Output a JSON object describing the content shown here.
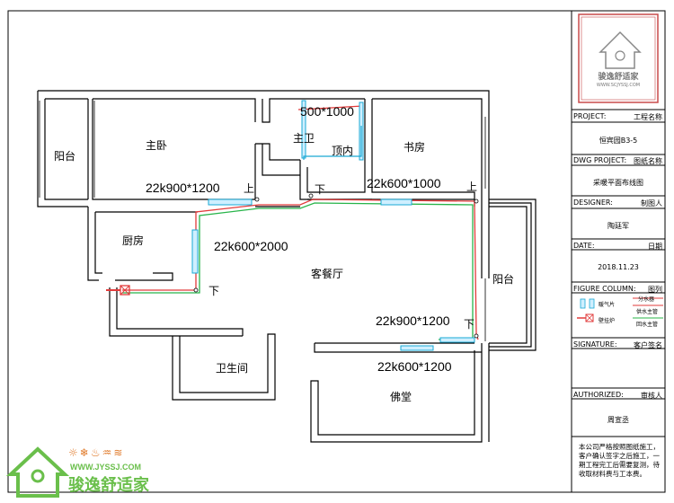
{
  "rooms": {
    "balcony_left": "阳台",
    "master_bedroom": "主卧",
    "master_bath": "主卫",
    "top_inner": "顶内",
    "study": "书房",
    "kitchen": "厨房",
    "living_dining": "客餐厅",
    "balcony_right": "阳台",
    "bathroom": "卫生间",
    "buddha_room": "佛堂"
  },
  "dims": {
    "d1": "500*1000",
    "d2": "22k900*1200",
    "d3": "22k600*1000",
    "d4": "22k600*2000",
    "d5": "22k900*1200",
    "d6": "22k600*1200"
  },
  "marks": {
    "up1": "上",
    "up2": "上",
    "down1": "下",
    "down2": "下",
    "down3": "下"
  },
  "title_block": {
    "logo_text": "骏逸舒适家",
    "logo_url": "WWW.SCJYSSJ.COM",
    "project_label": "PROJECT:",
    "project_label_cn": "工程名称",
    "project_value": "恒宾园B3-5",
    "dwg_label": "DWG PROJECT:",
    "dwg_label_cn": "图纸名称",
    "dwg_value": "采暖平面布线图",
    "designer_label": "DESIGNER:",
    "designer_label_cn": "制图人",
    "designer_value": "陶廷军",
    "date_label": "DATE:",
    "date_label_cn": "日期",
    "date_value": "2018.11.23",
    "figure_label": "FIGURE COLUMN:",
    "figure_label_cn": "图列",
    "legend": {
      "item1": "暖气片",
      "item2a": "分水器",
      "item2b": "供水主管",
      "item3": "壁挂炉",
      "item4": "回水主管"
    },
    "signature_label": "SIGNATURE:",
    "signature_label_cn": "客户签名",
    "authorized_label": "AUTHORIZED:",
    "authorized_label_cn": "审核人",
    "authorized_value": "周宣丞",
    "note": "本公司严格按照图纸施工，客户确认签字之后施工，一期工程完工后需要复测，待收取材料费与工本费。"
  },
  "brand": {
    "icons": "☼❄♨♒≋",
    "url": "WWW.JYSSJ.COM",
    "name": "骏逸舒适家"
  },
  "colors": {
    "wall": "#000000",
    "supply_pipe": "#e23b3b",
    "return_pipe": "#28b44a",
    "radiator": "#4fd6e6",
    "logo": "#6abf4b",
    "logo_frame": "#c84a4a"
  }
}
